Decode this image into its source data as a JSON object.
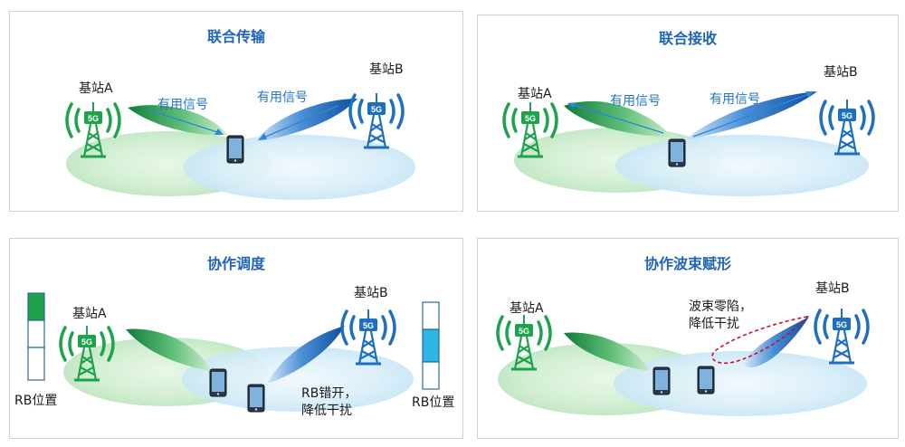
{
  "panels": [
    {
      "title": "联合传输",
      "station_a": "基站A",
      "station_b": "基站B",
      "signal_a": "有用信号",
      "signal_b": "有用信号",
      "badge": "5G"
    },
    {
      "title": "联合接收",
      "station_a": "基站A",
      "station_b": "基站B",
      "signal_a": "有用信号",
      "signal_b": "有用信号",
      "badge": "5G"
    },
    {
      "title": "协作调度",
      "station_a": "基站A",
      "station_b": "基站B",
      "rb_left": "RB位置",
      "rb_right": "RB位置",
      "note_line1": "RB错开，",
      "note_line2": "降低干扰",
      "badge": "5G"
    },
    {
      "title": "协作波束赋形",
      "station_a": "基站A",
      "station_b": "基站B",
      "note_line1": "波束零陷，",
      "note_line2": "降低干扰",
      "badge": "5G"
    }
  ],
  "colors": {
    "title": "#1f64b7",
    "station_a": "#1ea24c",
    "station_b": "#1e6fbf",
    "cell_a": "#cdeccd",
    "cell_b": "#cfe8f7",
    "null_beam": "#c8102e"
  },
  "icons": [
    "cell-tower-icon",
    "signal-waves-icon",
    "smartphone-icon"
  ]
}
